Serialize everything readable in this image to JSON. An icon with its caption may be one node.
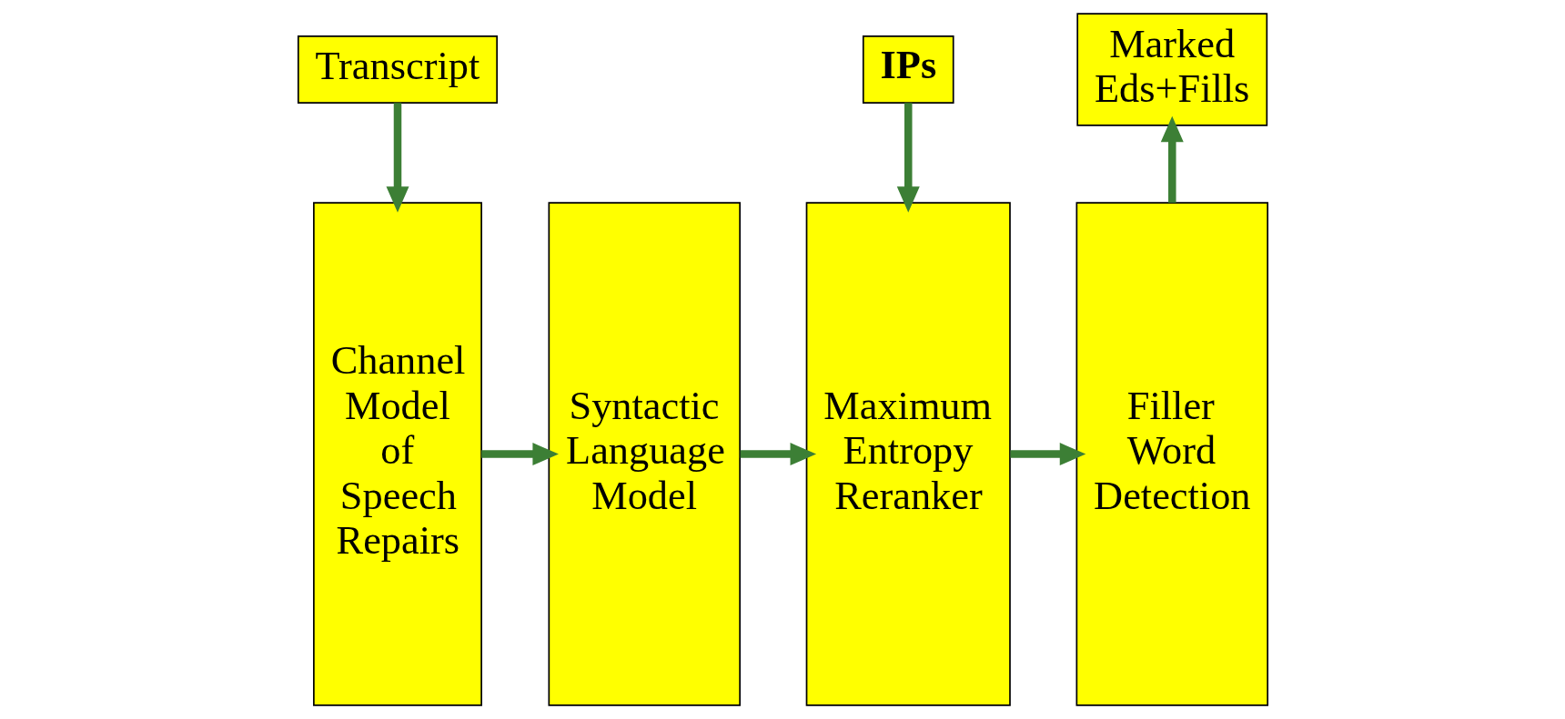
{
  "diagram": {
    "nodes": [
      {
        "text": [
          "Transcript"
        ]
      },
      {
        "text": [
          "IPs"
        ]
      },
      {
        "text": [
          "Channel Model of Speech Repairs"
        ]
      },
      {
        "text": [
          "Syntactic Language Model"
        ]
      },
      {
        "text": [
          "Maximum Entropy Reranker"
        ]
      },
      {
        "text": [
          "Filler Word Detection"
        ]
      },
      {
        "text": [
          "Marked Eds+Fills"
        ]
      }
    ],
    "edges": [
      {
        "from": 0,
        "to": 2,
        "arrow": "to"
      },
      {
        "from": 1,
        "to": 4,
        "arrow": "to"
      },
      {
        "from": 2,
        "to": 3,
        "arrow": "to"
      },
      {
        "from": 3,
        "to": 4,
        "arrow": "to"
      },
      {
        "from": 4,
        "to": 5,
        "arrow": "to"
      },
      {
        "from": 5,
        "to": 6,
        "arrow": "to"
      }
    ]
  }
}
